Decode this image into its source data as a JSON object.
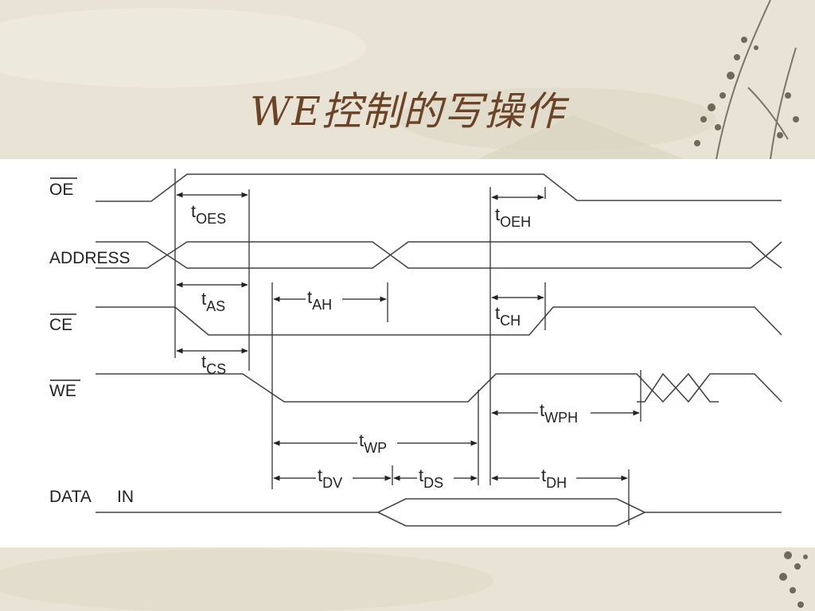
{
  "slide": {
    "title": "WE控制的写操作"
  },
  "signals": {
    "oe": "OE",
    "address": "ADDRESS",
    "ce": "CE",
    "we": "WE",
    "data_in_a": "DATA",
    "data_in_b": "IN"
  },
  "timings": {
    "oes": {
      "t": "t",
      "sub": "OES"
    },
    "oeh": {
      "t": "t",
      "sub": "OEH"
    },
    "as": {
      "t": "t",
      "sub": "AS"
    },
    "ah": {
      "t": "t",
      "sub": "AH"
    },
    "ch": {
      "t": "t",
      "sub": "CH"
    },
    "cs": {
      "t": "t",
      "sub": "CS"
    },
    "wph": {
      "t": "t",
      "sub": "WPH"
    },
    "wp": {
      "t": "t",
      "sub": "WP"
    },
    "dv": {
      "t": "t",
      "sub": "DV"
    },
    "ds": {
      "t": "t",
      "sub": "DS"
    },
    "dh": {
      "t": "t",
      "sub": "DH"
    }
  },
  "colors": {
    "title": "#6b4326",
    "background": "#e9e4d5",
    "panel": "#ffffff",
    "line": "#444444"
  }
}
